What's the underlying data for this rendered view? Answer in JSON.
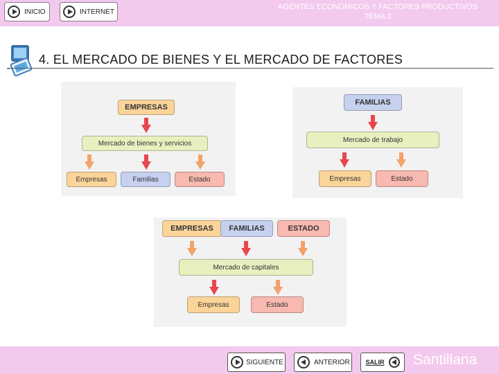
{
  "header": {
    "inicio_label": "INICIO",
    "internet_label": "INTERNET",
    "title_line1": "AGENTES ECONÓMICOS Y FACTORES PRODUCTIVOS",
    "title_line2": "TEMA 3",
    "bar_color": "#f3c9ee"
  },
  "section": {
    "icon": "monitor-icon",
    "title": "4. EL MERCADO DE BIENES Y EL MERCADO DE FACTORES"
  },
  "diagram_goods": {
    "top": "EMPRESAS",
    "market": "Mercado de bienes y servicios",
    "bottom": [
      "Empresas",
      "Familias",
      "Estado"
    ]
  },
  "diagram_labour": {
    "top": "FAMILIAS",
    "market": "Mercado de trabajo",
    "bottom": [
      "Empresas",
      "Estado"
    ]
  },
  "diagram_capital": {
    "top": [
      "EMPRESAS",
      "FAMILIAS",
      "ESTADO"
    ],
    "market": "Mercado de capitales",
    "bottom": [
      "Empresas",
      "Estado"
    ]
  },
  "footer": {
    "next_label": "SIGUIENTE",
    "prev_label": "ANTERIOR",
    "exit_label": "SALIR",
    "brand": "Santillana"
  },
  "colors": {
    "orange": "#fbd49a",
    "blue": "#c6d1ef",
    "red": "#f8b9b0",
    "green": "#e7f0bf",
    "arrow": "#e8464e"
  }
}
